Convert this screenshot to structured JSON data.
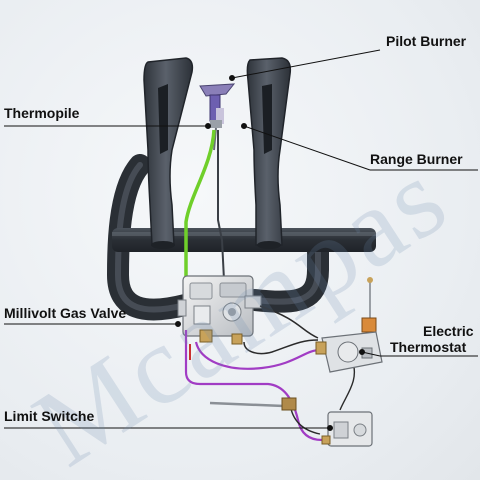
{
  "watermark": "Mcampas",
  "labels": {
    "pilot_burner": "Pilot Burner",
    "thermopile": "Thermopile",
    "range_burner": "Range Burner",
    "millivolt_gas_valve": "Millivolt Gas Valve",
    "electric_thermostat_line1": "Electric",
    "electric_thermostat_line2": "Thermostat",
    "limit_switch": "Limit Switche"
  },
  "colors": {
    "burner": "#3d434c",
    "thermopile_lead": "#6fcf2a",
    "wire_purple": "#a13cc4",
    "wire_dark": "#2b2b2b",
    "leader_line": "#111111"
  }
}
